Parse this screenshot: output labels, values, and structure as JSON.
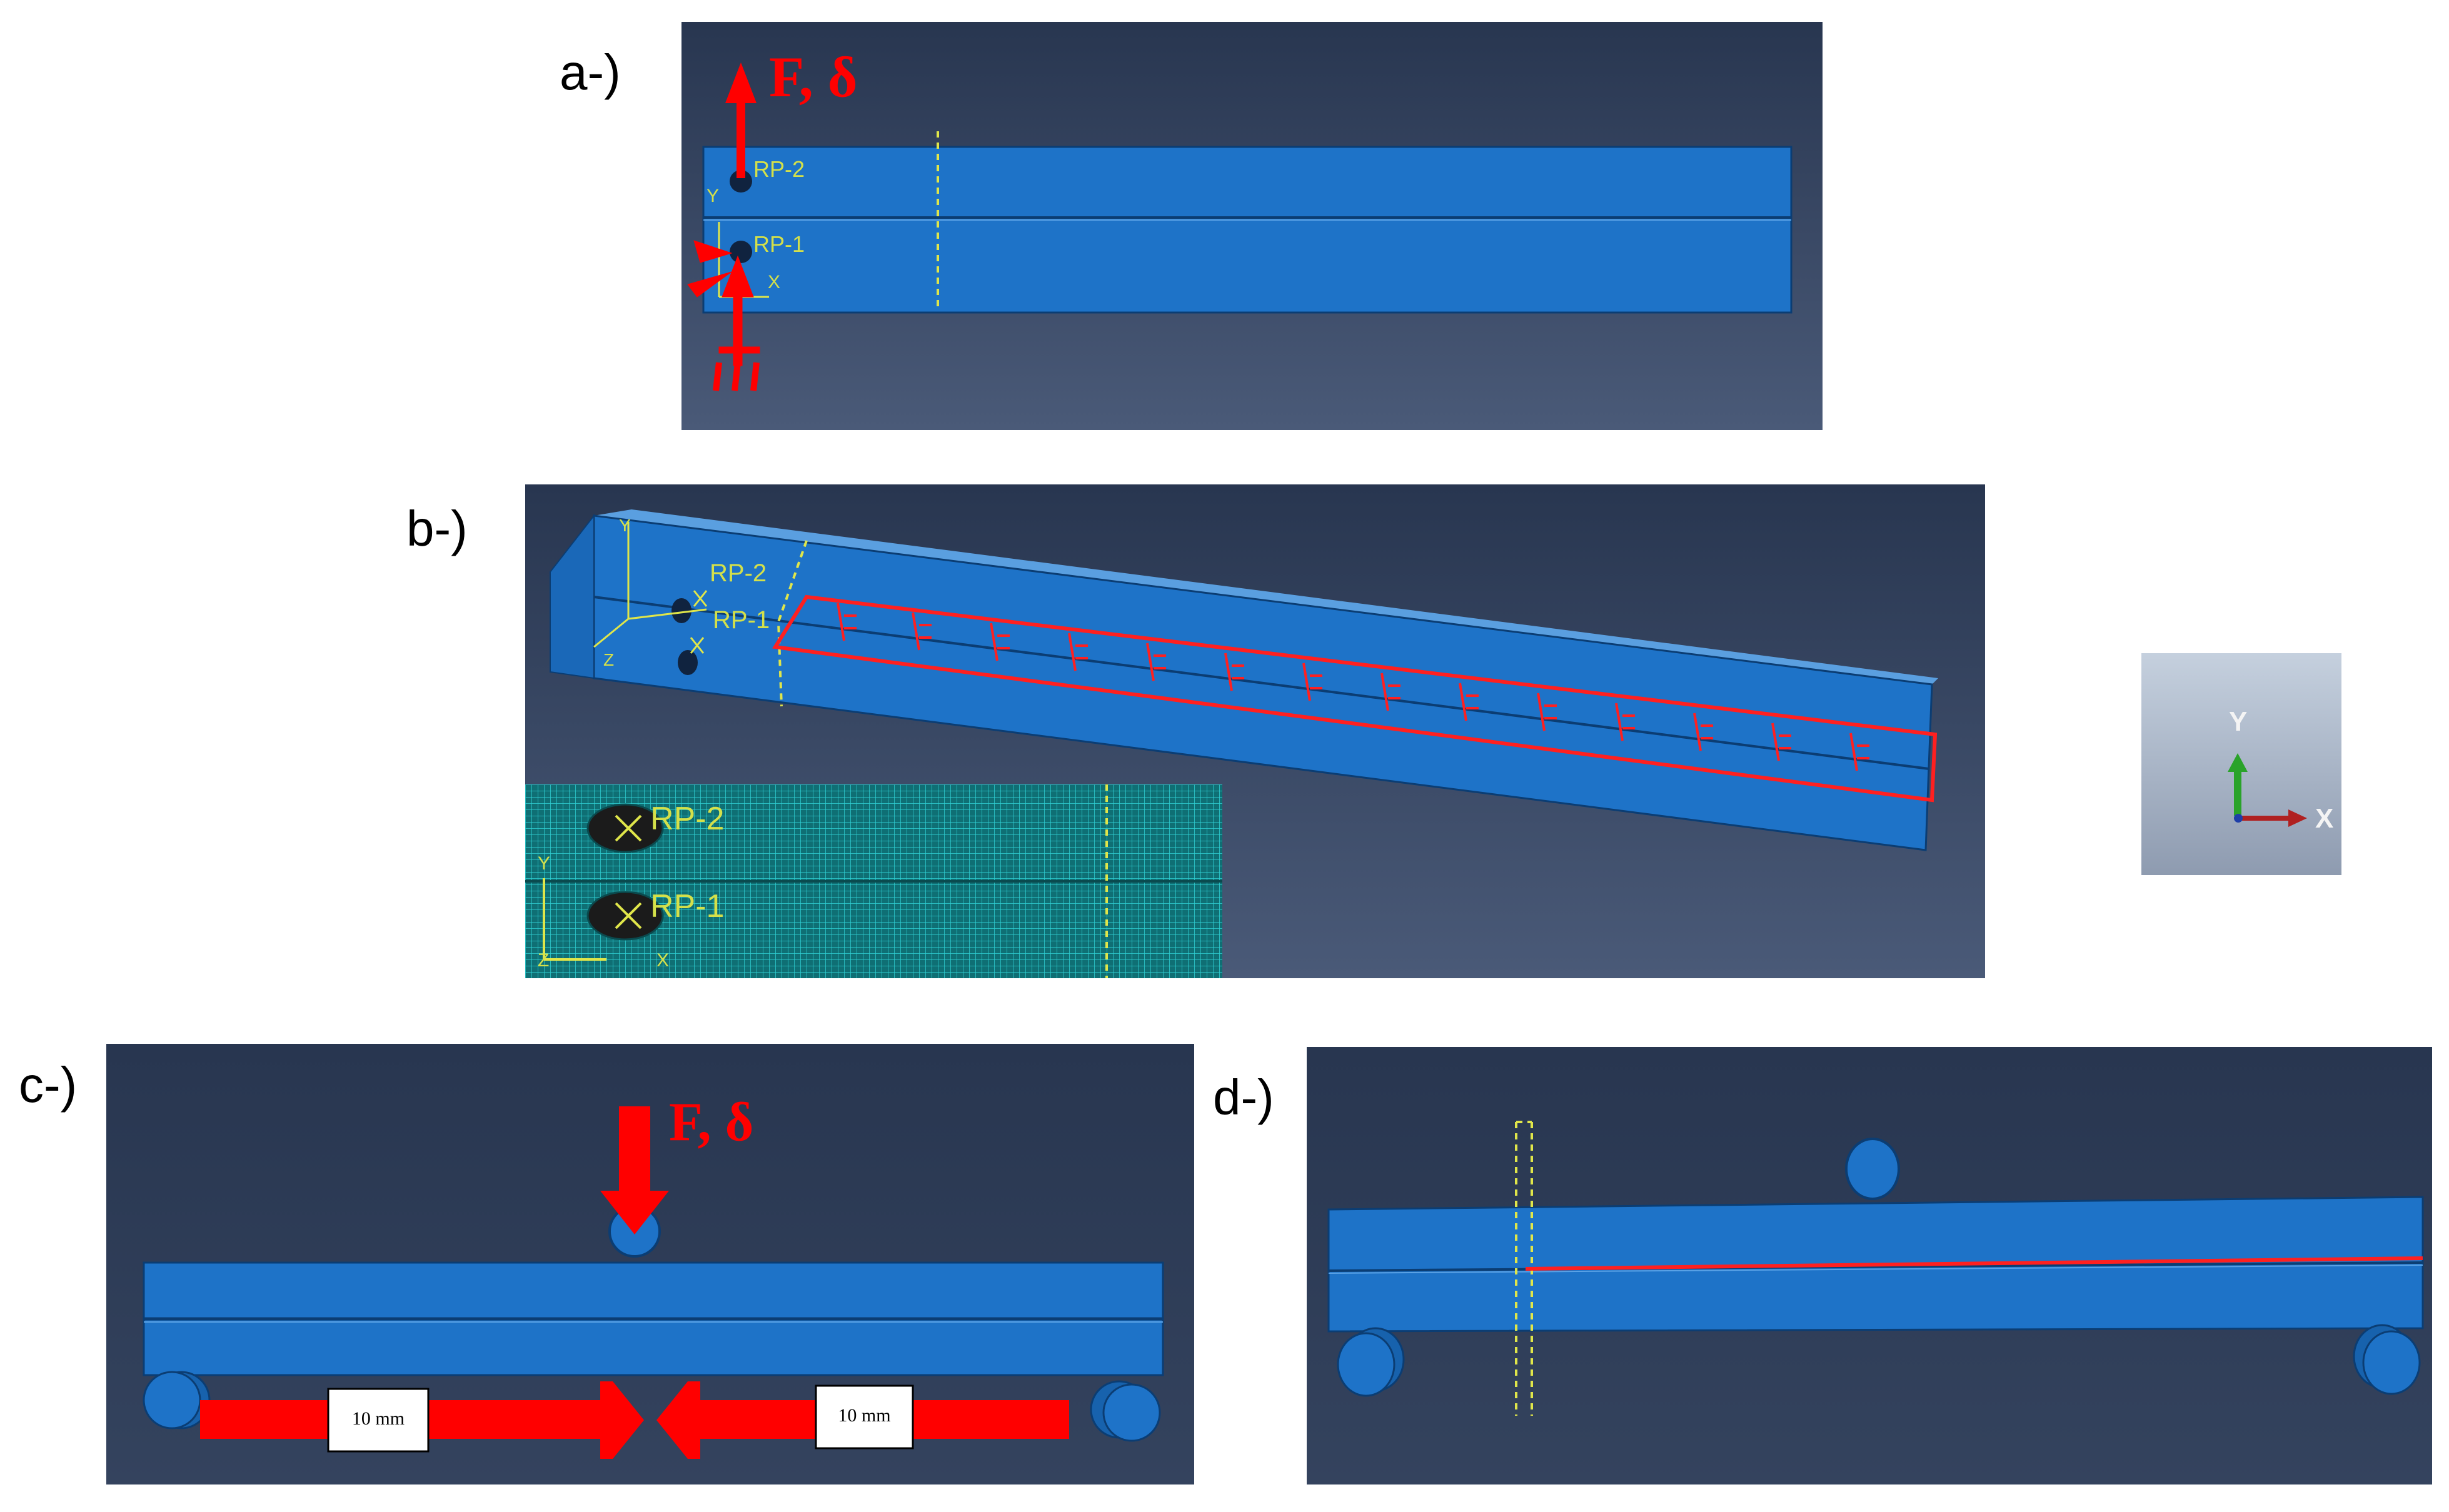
{
  "panels": {
    "a": {
      "label": "a-)",
      "load_label": "F, δ",
      "rp_top": "RP-2",
      "rp_bottom": "RP-1",
      "axis_y": "Y",
      "axis_x": "X"
    },
    "b": {
      "label": "b-)",
      "rp_top": "RP-2",
      "rp_bottom": "RP-1",
      "axis_y": "Y",
      "axis_x": "X",
      "axis_z": "Z",
      "inset": {
        "rp_top": "RP-2",
        "rp_bottom": "RP-1",
        "axis_y": "Y",
        "axis_x": "X",
        "axis_z": "Z"
      }
    },
    "triad": {
      "axis_y": "Y",
      "axis_x": "X"
    },
    "c": {
      "label": "c-)",
      "load_label": "F, δ",
      "span_left": "10 mm",
      "span_right": "10 mm"
    },
    "d": {
      "label": "d-)"
    }
  },
  "colors": {
    "background_top": "#283650",
    "background_bottom": "#4a5a78",
    "beam": "#1e73c8",
    "beam_edge": "#0b3d73",
    "load_arrow": "#ff0000",
    "reference_point_text": "#d4e04a",
    "mesh": "#17a3a8"
  }
}
